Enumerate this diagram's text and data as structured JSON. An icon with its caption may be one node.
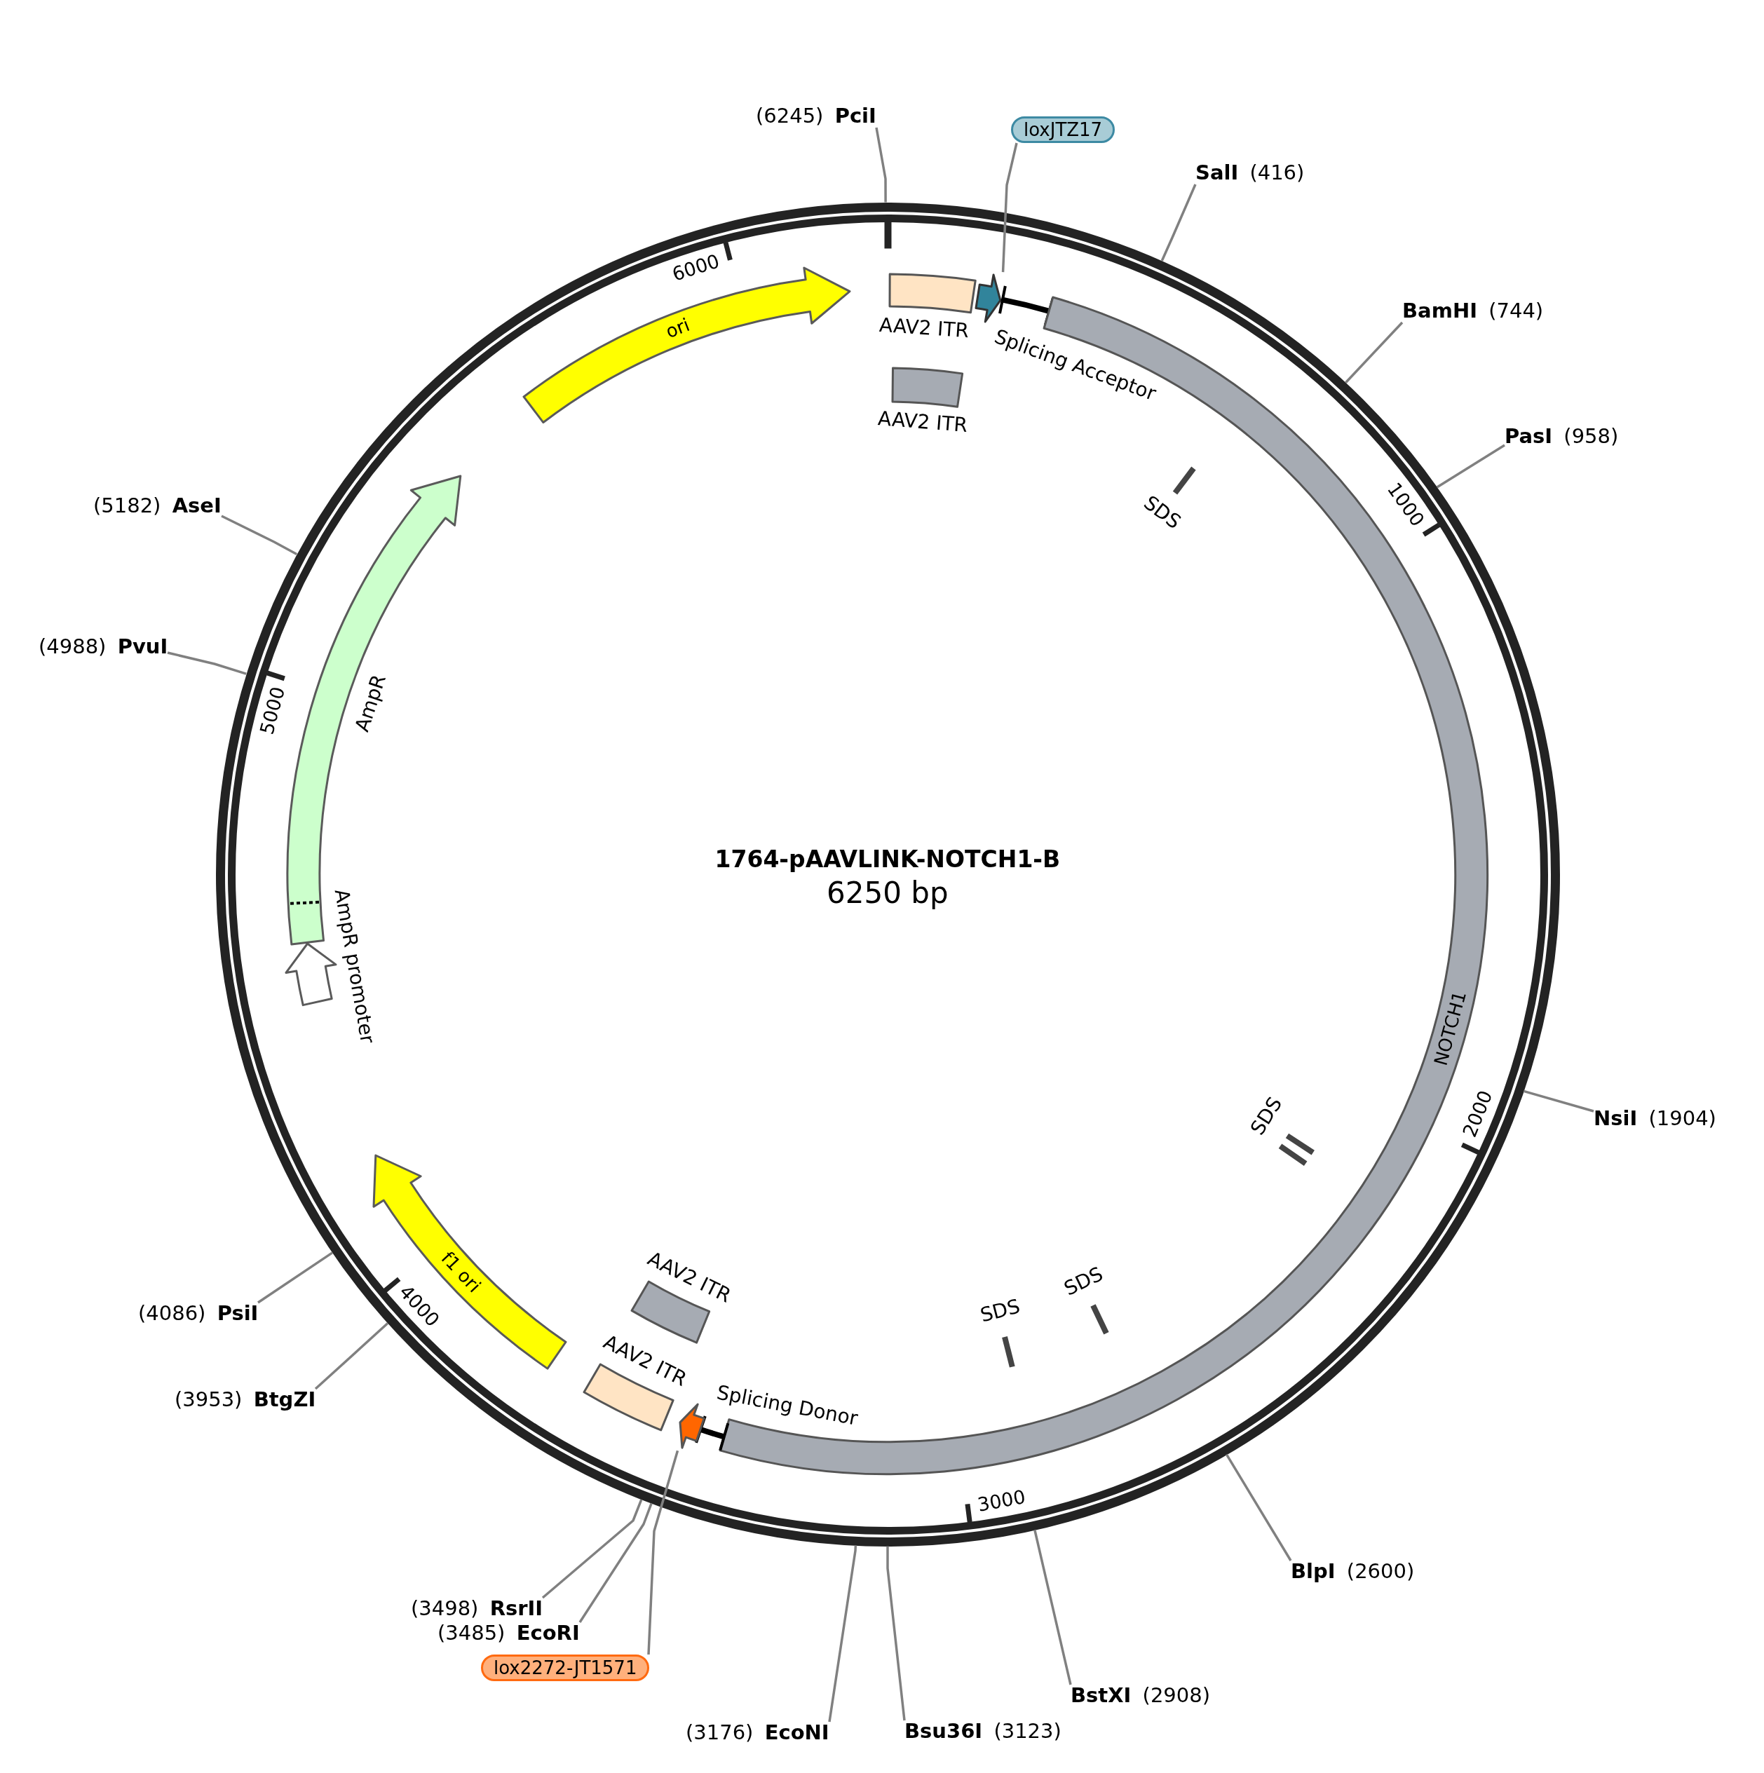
{
  "diagram": {
    "title": "1764-pAAVLINK-NOTCH1-B",
    "nodes": [
      {
        "text": [],
        "shape": "circle"
      },
      {
        "text": [
          "AAV2 ITR"
        ],
        "in": 0
      },
      {
        "text": [
          "AAV2 ITR"
        ],
        "in": 0
      },
      {
        "text": [],
        "shape": "arrow",
        "in": 0
      },
      {
        "text": [
          "Splicing Acceptor"
        ],
        "in": 0
      },
      {
        "text": [
          "NOTCH1"
        ],
        "in": 0
      },
      {
        "text": [
          "SDS"
        ],
        "in": 0
      },
      {
        "text": [
          "SDS"
        ],
        "in": 0
      },
      {
        "text": [
          "SDS"
        ],
        "in": 0
      },
      {
        "text": [
          "SDS"
        ],
        "in": 0
      },
      {
        "text": [
          "Splicing Donor"
        ],
        "in": 0
      },
      {
        "text": [],
        "shape": "arrow",
        "in": 0
      },
      {
        "text": [
          "AAV2 ITR"
        ],
        "in": 0
      },
      {
        "text": [
          "AAV2 ITR"
        ],
        "in": 0
      },
      {
        "text": [
          "f1 ori"
        ],
        "in": 0
      },
      {
        "text": [
          "AmpR promoter"
        ],
        "in": 0
      },
      {
        "text": [
          "AmpR"
        ],
        "in": 0
      },
      {
        "text": [
          "ori"
        ],
        "in": 0
      },
      {
        "text": [
          "loxJTZ17"
        ]
      },
      {
        "text": [
          "lox2272-JT1571"
        ]
      },
      {
        "text": [
          "(6245) **PciI**"
        ]
      },
      {
        "text": [
          "**SalI** (416)"
        ]
      },
      {
        "text": [
          "**BamHI** (744)"
        ]
      },
      {
        "text": [
          "**PasI** (958)"
        ]
      },
      {
        "text": [
          "**NsiI** (1904)"
        ]
      },
      {
        "text": [
          "**BlpI** (2600)"
        ]
      },
      {
        "text": [
          "**BstXI** (2908)"
        ]
      },
      {
        "text": [
          "**Bsu36I** (3123)"
        ]
      },
      {
        "text": [
          "(3176) **EcoNI**"
        ]
      },
      {
        "text": [
          "(3485) **EcoRI**"
        ]
      },
      {
        "text": [
          "(3498) **RsrII**"
        ]
      },
      {
        "text": [
          "(3953) **BtgZI**"
        ]
      },
      {
        "text": [
          "(4086) **PsiI**"
        ]
      },
      {
        "text": [
          "(4988) **PvuI**"
        ]
      },
      {
        "text": [
          "(5182) **AseI**"
        ]
      }
    ],
    "edges": [
      {
        "from": 18,
        "to": 3,
        "arrow": "none"
      },
      {
        "from": 19,
        "to": 11,
        "arrow": "none"
      },
      {
        "from": 20,
        "to": 0,
        "arrow": "none"
      },
      {
        "from": 21,
        "to": 0,
        "arrow": "none"
      },
      {
        "from": 22,
        "to": 0,
        "arrow": "none"
      },
      {
        "from": 23,
        "to": 0,
        "arrow": "none"
      },
      {
        "from": 24,
        "to": 0,
        "arrow": "none"
      },
      {
        "from": 25,
        "to": 0,
        "arrow": "none"
      },
      {
        "from": 26,
        "to": 0,
        "arrow": "none"
      },
      {
        "from": 27,
        "to": 0,
        "arrow": "none"
      },
      {
        "from": 28,
        "to": 0,
        "arrow": "none"
      },
      {
        "from": 29,
        "to": 0,
        "arrow": "none"
      },
      {
        "from": 30,
        "to": 0,
        "arrow": "none"
      },
      {
        "from": 31,
        "to": 0,
        "arrow": "none"
      },
      {
        "from": 32,
        "to": 0,
        "arrow": "none"
      },
      {
        "from": 33,
        "to": 0,
        "arrow": "none"
      },
      {
        "from": 34,
        "to": 0,
        "arrow": "none"
      }
    ],
    "labels": [
      "6000",
      "1000",
      "5000",
      "6250 bp",
      "2000",
      "4000",
      "3000"
    ]
  }
}
